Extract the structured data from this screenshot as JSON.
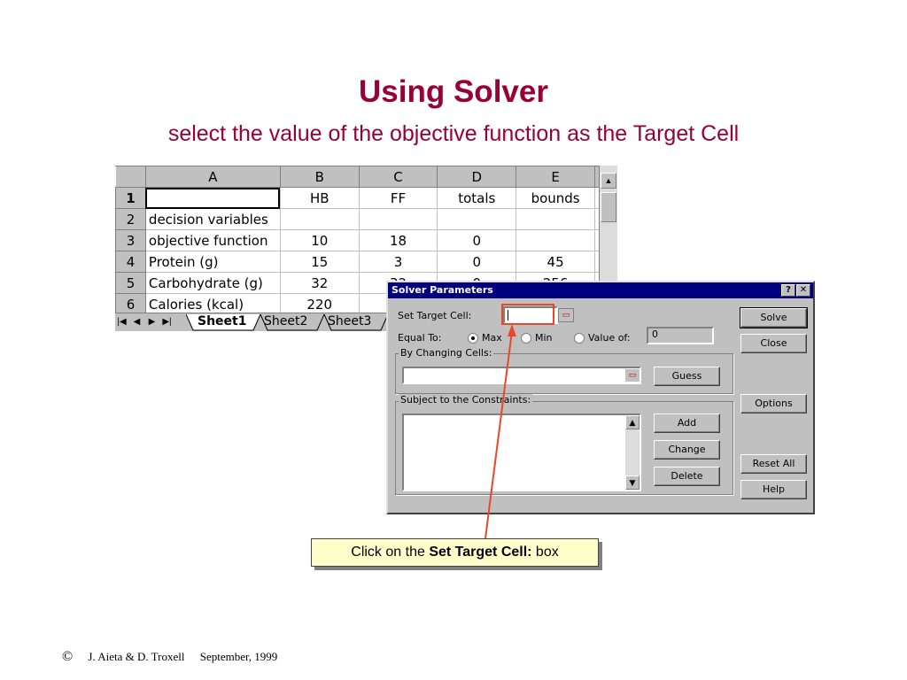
{
  "slide": {
    "title": "Using Solver",
    "subtitle": "select the value of the objective function as the Target Cell"
  },
  "spreadsheet": {
    "corner": "",
    "column_headers": [
      "A",
      "B",
      "C",
      "D",
      "E"
    ],
    "rows": [
      {
        "num": "1",
        "cells": [
          "",
          "HB",
          "FF",
          "totals",
          "bounds"
        ]
      },
      {
        "num": "2",
        "cells": [
          "decision variables",
          "",
          "",
          "",
          ""
        ]
      },
      {
        "num": "3",
        "cells": [
          "objective function",
          "10",
          "18",
          "0",
          ""
        ]
      },
      {
        "num": "4",
        "cells": [
          "Protein (g)",
          "15",
          "3",
          "0",
          "45"
        ]
      },
      {
        "num": "5",
        "cells": [
          "Carbohydrate (g)",
          "32",
          "32",
          "0",
          "256"
        ]
      },
      {
        "num": "6",
        "cells": [
          "Calories (kcal)",
          "220",
          "",
          "",
          ""
        ]
      }
    ],
    "sheet_tabs": [
      "Sheet1",
      "Sheet2",
      "Sheet3"
    ],
    "active_tab": "Sheet1"
  },
  "dialog": {
    "title": "Solver Parameters",
    "help_glyph": "?",
    "close_glyph": "✕",
    "set_target_label": "Set Target Cell:",
    "set_target_value": "",
    "equal_to_label": "Equal To:",
    "radio_max": "Max",
    "radio_min": "Min",
    "radio_value": "Value of:",
    "value_of_field": "0",
    "changing_cells_label": "By Changing Cells:",
    "changing_cells_value": "",
    "constraints_label": "Subject to the Constraints:",
    "buttons": {
      "solve": "Solve",
      "close": "Close",
      "guess": "Guess",
      "options": "Options",
      "add": "Add",
      "change": "Change",
      "delete": "Delete",
      "reset_all": "Reset All",
      "help": "Help"
    }
  },
  "callout": {
    "prefix": "Click on the ",
    "bold": "Set Target Cell:",
    "suffix": " box"
  },
  "footer": {
    "copyright": "©",
    "authors": "J. Aieta & D. Troxell",
    "date": "September, 1999"
  },
  "colors": {
    "title": "#990033",
    "dialog_titlebar": "#000080",
    "pointer": "#e8472a",
    "callout_bg": "#ffffcc"
  }
}
